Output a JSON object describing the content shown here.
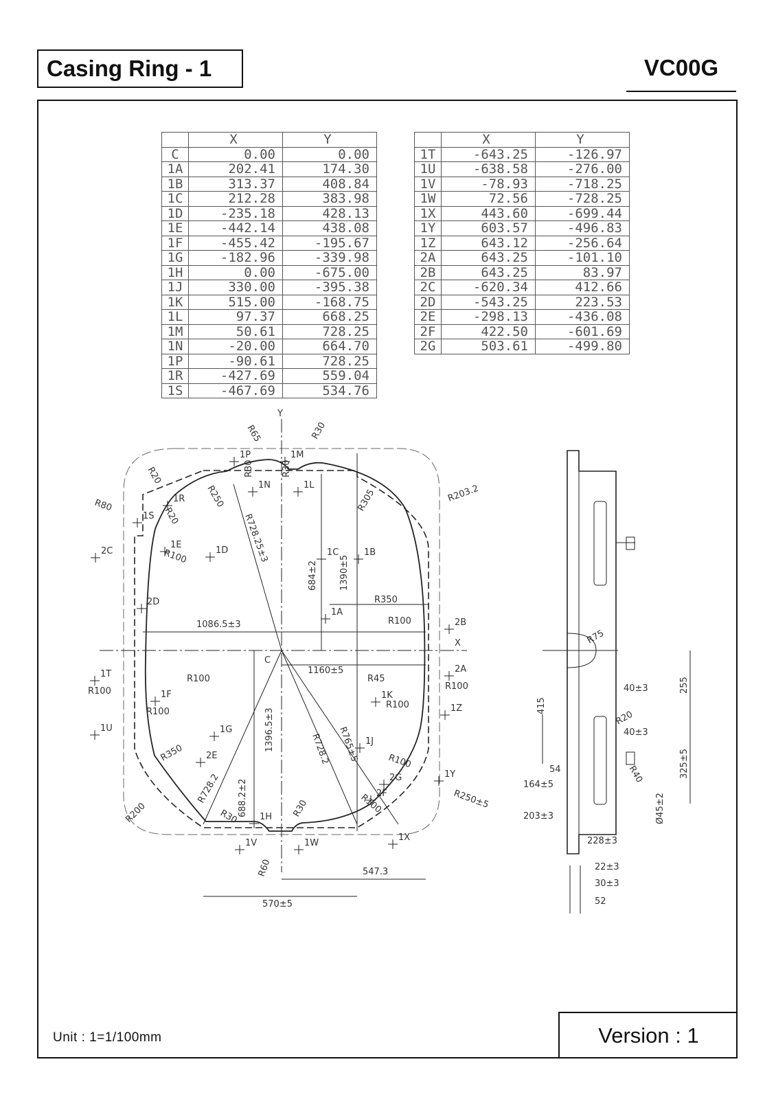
{
  "header": {
    "title": "Casing Ring - 1",
    "code": "VC00G"
  },
  "footer": {
    "unit": "Unit  : 1=1/100mm",
    "version": "Version :  1"
  },
  "table_headers": {
    "x": "X",
    "y": "Y"
  },
  "table_left": [
    [
      "C",
      "0.00",
      "0.00"
    ],
    [
      "1A",
      "202.41",
      "174.30"
    ],
    [
      "1B",
      "313.37",
      "408.84"
    ],
    [
      "1C",
      "212.28",
      "383.98"
    ],
    [
      "1D",
      "-235.18",
      "428.13"
    ],
    [
      "1E",
      "-442.14",
      "438.08"
    ],
    [
      "1F",
      "-455.42",
      "-195.67"
    ],
    [
      "1G",
      "-182.96",
      "-339.98"
    ],
    [
      "1H",
      "0.00",
      "-675.00"
    ],
    [
      "1J",
      "330.00",
      "-395.38"
    ],
    [
      "1K",
      "515.00",
      "-168.75"
    ],
    [
      "1L",
      "97.37",
      "668.25"
    ],
    [
      "1M",
      "50.61",
      "728.25"
    ],
    [
      "1N",
      "-20.00",
      "664.70"
    ],
    [
      "1P",
      "-90.61",
      "728.25"
    ],
    [
      "1R",
      "-427.69",
      "559.04"
    ],
    [
      "1S",
      "-467.69",
      "534.76"
    ]
  ],
  "table_right": [
    [
      "1T",
      "-643.25",
      "-126.97"
    ],
    [
      "1U",
      "-638.58",
      "-276.00"
    ],
    [
      "1V",
      "-78.93",
      "-718.25"
    ],
    [
      "1W",
      "72.56",
      "-728.25"
    ],
    [
      "1X",
      "443.60",
      "-699.44"
    ],
    [
      "1Y",
      "603.57",
      "-496.83"
    ],
    [
      "1Z",
      "643.12",
      "-256.64"
    ],
    [
      "2A",
      "643.25",
      "-101.10"
    ],
    [
      "2B",
      "643.25",
      "83.97"
    ],
    [
      "2C",
      "-620.34",
      "412.66"
    ],
    [
      "2D",
      "-543.25",
      "223.53"
    ],
    [
      "2E",
      "-298.13",
      "-436.08"
    ],
    [
      "2F",
      "422.50",
      "-601.69"
    ],
    [
      "2G",
      "503.61",
      "-499.80"
    ]
  ],
  "front_view": {
    "axis_y": "Y",
    "axis_x": "X",
    "center": "C",
    "points": [
      "1P",
      "1M",
      "1N",
      "1L",
      "1R",
      "1S",
      "1E",
      "1D",
      "1C",
      "1B",
      "2C",
      "2D",
      "1A",
      "2B",
      "2A",
      "1K",
      "1Z",
      "1T",
      "1F",
      "1U",
      "1G",
      "2E",
      "1J",
      "2G",
      "1Y",
      "2F",
      "1H",
      "1V",
      "1W",
      "1X"
    ],
    "radii": [
      "R65",
      "R30",
      "R20",
      "R80",
      "R250",
      "R30",
      "R30",
      "R305",
      "R203.2",
      "R20",
      "R100",
      "R728.25±3",
      "R350",
      "R100",
      "R100",
      "R45",
      "R100",
      "R100",
      "R100",
      "R100",
      "R350",
      "R728.2",
      "R728.2",
      "R765±5",
      "R100",
      "R250±5",
      "R100",
      "R200",
      "R30",
      "R30",
      "R60"
    ],
    "dims": [
      "684±2",
      "1390±5",
      "1086.5±3",
      "1160±5",
      "1396.5±3",
      "688.2±2",
      "547.3",
      "570±5"
    ]
  },
  "side_view": {
    "radii": [
      "R75",
      "R20",
      "R40"
    ],
    "dims": [
      "415",
      "255",
      "40±3",
      "40±3",
      "325±5",
      "54",
      "164±5",
      "203±3",
      "228±3",
      "Ø45±2",
      "22±3",
      "30±3",
      "52"
    ]
  }
}
